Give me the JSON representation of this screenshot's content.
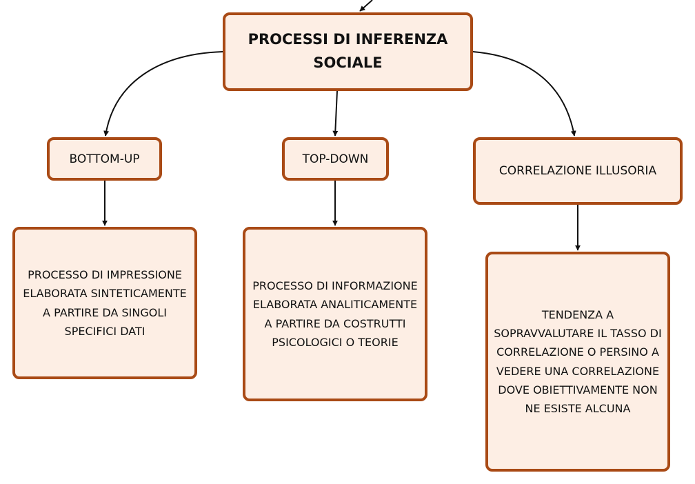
{
  "diagram": {
    "root": {
      "label": "PROCESSI DI INFERENZA SOCIALE"
    },
    "branches": [
      {
        "label": "BOTTOM-UP",
        "description": "PROCESSO DI IMPRESSIONE ELABORATA SINTETICAMENTE A PARTIRE DA SINGOLI SPECIFICI DATI"
      },
      {
        "label": "TOP-DOWN",
        "description": "PROCESSO DI INFORMAZIONE ELABORATA ANALITICAMENTE A PARTIRE DA COSTRUTTI PSICOLOGICI O TEORIE"
      },
      {
        "label": "CORRELAZIONE ILLUSORIA",
        "description": "TENDENZA A SOPRAVVALUTARE IL TASSO DI CORRELAZIONE O PERSINO A VEDERE UNA CORRELAZIONE DOVE OBIETTIVAMENTE NON NE ESISTE ALCUNA"
      }
    ]
  },
  "colors": {
    "node_fill": "#fdeee4",
    "node_border": "#a94a15",
    "connector": "#111111"
  }
}
